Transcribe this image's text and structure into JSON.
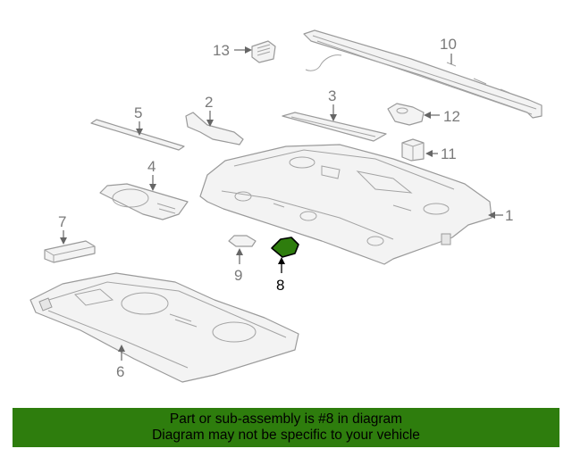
{
  "callouts": {
    "c1": "1",
    "c2": "2",
    "c3": "3",
    "c4": "4",
    "c5": "5",
    "c6": "6",
    "c7": "7",
    "c8": "8",
    "c9": "9",
    "c10": "10",
    "c11": "11",
    "c12": "12",
    "c13": "13"
  },
  "highlighted_part": "8",
  "colors": {
    "banner_bg": "#2e7d0d",
    "highlight_part": "#2e7d0d"
  },
  "banner": {
    "line1": "Part or sub-assembly is #8 in diagram",
    "line2": "Diagram may not be specific to your vehicle"
  }
}
